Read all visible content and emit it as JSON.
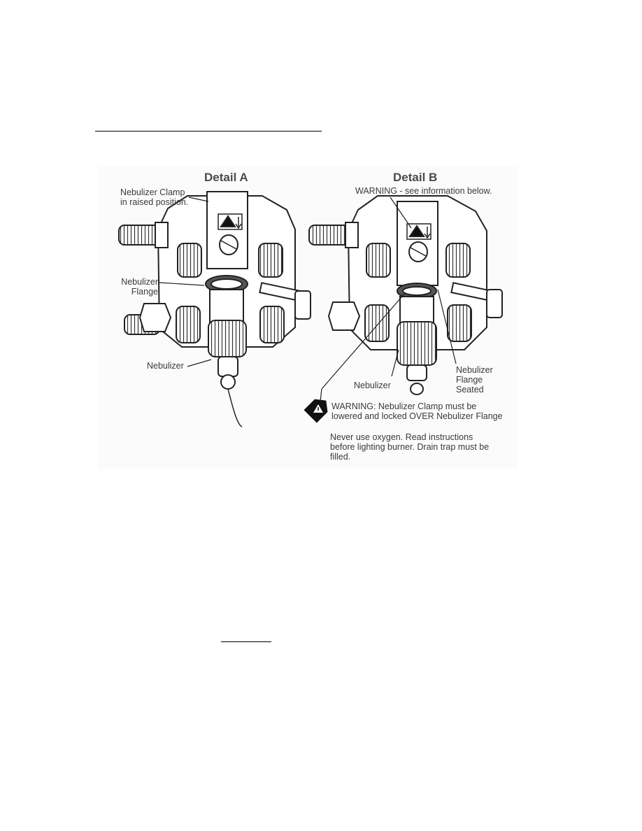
{
  "figure": {
    "detail_a": {
      "title": "Detail A",
      "clamp_label": "Nebulizer Clamp\nin raised position.",
      "flange_label": "Nebulizer\nFlange",
      "nebulizer_label": "Nebulizer"
    },
    "detail_b": {
      "title": "Detail B",
      "warning_ref": "WARNING - see information below.",
      "flange_seated_label": "Nebulizer\nFlange\nSeated",
      "nebulizer_label": "Nebulizer"
    },
    "warning": {
      "text": "WARNING: Nebulizer Clamp must be\nlowered and locked OVER Nebulizer Flange",
      "note": "Never use oxygen. Read instructions\nbefore lighting burner. Drain trap must be\nfilled."
    }
  }
}
